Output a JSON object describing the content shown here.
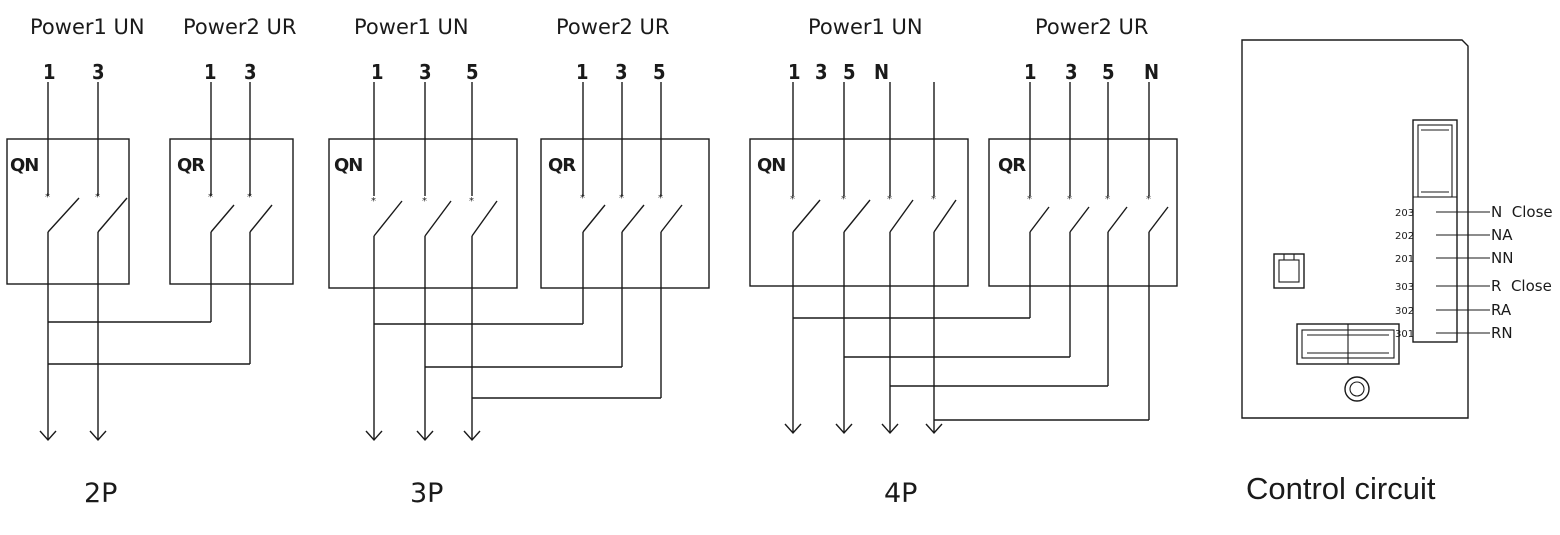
{
  "diagrams": [
    {
      "pole": "2P",
      "sources": [
        "Power1 UN",
        "Power2 UR"
      ],
      "switch_labels": [
        "QN",
        "QR"
      ],
      "pins_un": [
        "1",
        "3"
      ],
      "pins_ur": [
        "1",
        "3"
      ]
    },
    {
      "pole": "3P",
      "sources": [
        "Power1 UN",
        "Power2 UR"
      ],
      "switch_labels": [
        "QN",
        "QR"
      ],
      "pins_un": [
        "1",
        "3",
        "5"
      ],
      "pins_ur": [
        "1",
        "3",
        "5"
      ]
    },
    {
      "pole": "4P",
      "sources": [
        "Power1 UN",
        "Power2 UR"
      ],
      "switch_labels": [
        "QN",
        "QR"
      ],
      "pins_un": [
        "1",
        "3",
        "5",
        "N"
      ],
      "pins_ur": [
        "1",
        "3",
        "5",
        "N"
      ]
    }
  ],
  "control": {
    "caption": "Control circuit",
    "terminals": [
      {
        "num": "203",
        "label": "N  Close"
      },
      {
        "num": "202",
        "label": "NA"
      },
      {
        "num": "201",
        "label": "NN"
      },
      {
        "num": "303",
        "label": "R  Close"
      },
      {
        "num": "302",
        "label": "RA"
      },
      {
        "num": "301",
        "label": "RN"
      }
    ]
  }
}
